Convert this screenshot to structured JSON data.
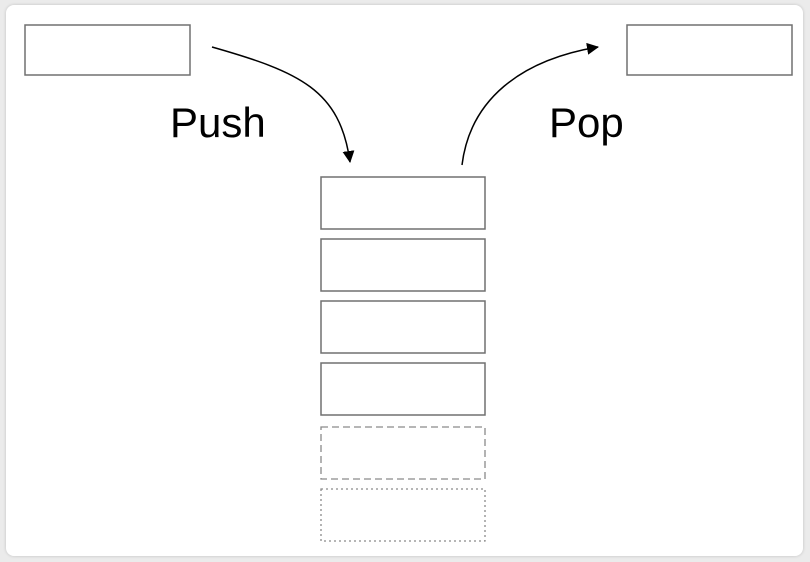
{
  "labels": {
    "push": "Push",
    "pop": "Pop"
  },
  "stack": {
    "solid_slots": 4,
    "empty_slots": 2
  },
  "colors": {
    "background": "#ffffff",
    "box_stroke": "#707070",
    "empty_slot_stroke": "#8a8a8a",
    "arrow": "#000000",
    "text": "#000000"
  }
}
